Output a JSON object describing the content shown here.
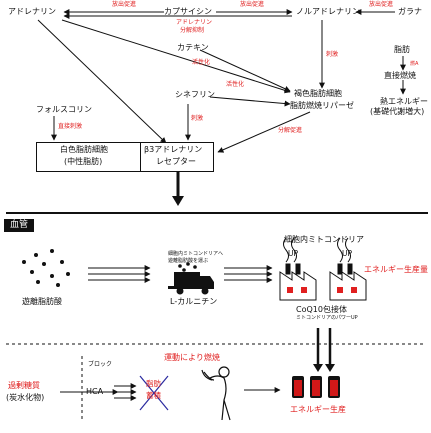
{
  "top": {
    "adrenaline": "アドレナリン",
    "capsaicin": "カプサイシン",
    "noradrenaline": "ノルアドレナリン",
    "guarana": "ガラナ",
    "release_promo_1": "放出促進",
    "release_promo_2": "放出促進",
    "release_promo_3": "放出促進",
    "adrenaline_decomp_a": "アドレナリン",
    "adrenaline_decomp_b": "分解抑制",
    "catechin": "カテキン",
    "activate_1": "活性化",
    "stimulus_1": "刺激",
    "activate_2": "活性化",
    "synephrine": "シネフリン",
    "brown_fat": "褐色脂肪細胞",
    "lipase": "脂肪燃焼リパーゼ",
    "stimulus_2": "刺激",
    "decomp_promo": "分解促進",
    "forskolin": "フォルスコリン",
    "direct_stimulus": "直接刺激",
    "white_fat_a": "白色脂肪細胞",
    "white_fat_b": "(中性脂肪)",
    "beta3_a": "β3アドレナリン",
    "beta3_b": "レセプター",
    "fat": "脂肪",
    "direct_burn": "直接燃焼",
    "heat_energy_a": "熱エネルギー",
    "heat_energy_b": "(基礎代謝増大)"
  },
  "middle": {
    "blood_label": "血管",
    "carnitine_note_a": "細胞内ミトコンドリアへ",
    "carnitine_note_b": "遊離脂肪酸を運ぶ",
    "free_fatty_acid": "遊離脂肪酸",
    "carnitine": "L-カルニチン",
    "mito_title": "細胞内ミトコンドリア",
    "up_1": "UP",
    "up_2": "UP",
    "energy_up": "エネルギー生産量",
    "coq10": "CoQ10包接体",
    "coq10_sub": "ミトコンドリアのパワーUP"
  },
  "bottom": {
    "block": "ブロック",
    "excess_sugar_a": "過剰糖質",
    "excess_sugar_b": "(炭水化物)",
    "hca": "HCA",
    "fat_storage_a": "脂肪",
    "fat_storage_b": "蓄積",
    "burn_by_exercise": "運動により燃焼",
    "energy_production": "エネルギー生産"
  },
  "colors": {
    "accent_red": "#e02020",
    "ink": "#111111",
    "battery_red": "#d01818"
  }
}
